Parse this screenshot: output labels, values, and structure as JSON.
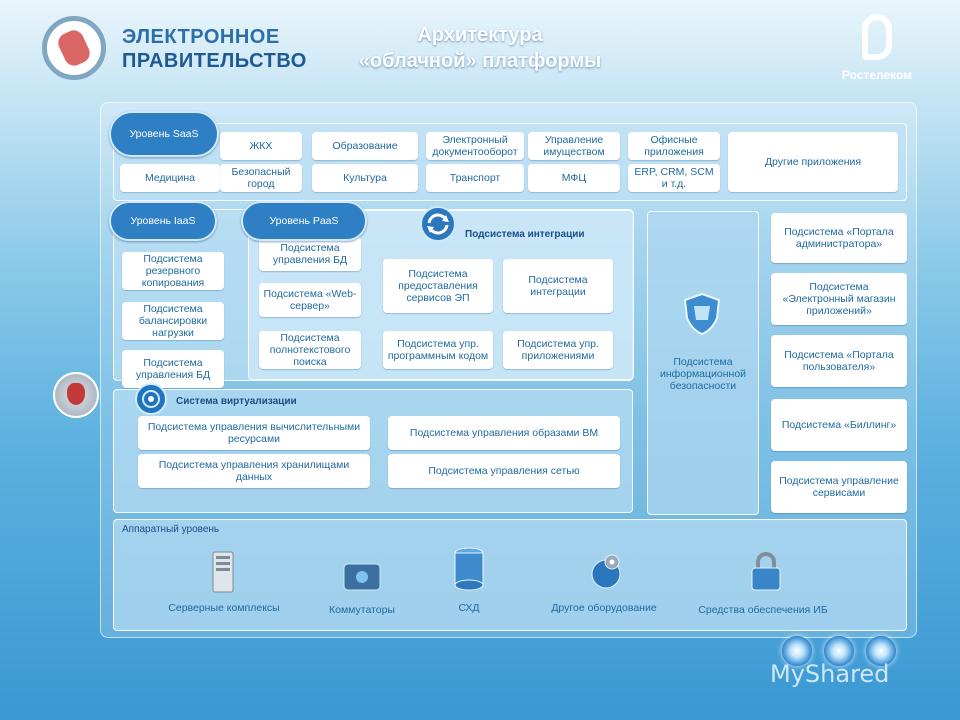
{
  "header": {
    "title_line1": "Архитектура",
    "title_line2": "«облачной» платформы",
    "logo_left_line1": "ЭЛЕКТРОННОЕ",
    "logo_left_line2": "ПРАВИТЕЛЬСТВО",
    "logo_right": "Ростелеком"
  },
  "saas": {
    "cloud": "Уровень SaaS",
    "row1": [
      "ЖКХ",
      "Образование",
      "Электронный документооборот",
      "Управление имуществом",
      "Офисные приложения"
    ],
    "row2": [
      "Медицина",
      "Безопасный город",
      "Культура",
      "Транспорт",
      "МФЦ",
      "ERP, CRM, SCM и т.д."
    ],
    "other": "Другие приложения"
  },
  "iaas": {
    "cloud": "Уровень IaaS",
    "items": [
      "Подсистема резервного копирования",
      "Подсистема балансировки нагрузки",
      "Подсистема управления БД"
    ]
  },
  "paas": {
    "cloud": "Уровень PaaS",
    "items": [
      "Подсистема управления БД",
      "Подсистема «Web-сервер»",
      "Подсистема полнотекстового поиска"
    ]
  },
  "integration": {
    "label": "Подсистема интеграции",
    "items": [
      "Подсистема предоставления сервисов ЭП",
      "Подсистема интеграции",
      "Подсистема упр. программным кодом",
      "Подсистема упр. приложениями"
    ]
  },
  "virtualization": {
    "label": "Система виртуализации",
    "items": [
      "Подсистема управления вычислительными ресурсами",
      "Подсистема управления образами ВМ",
      "Подсистема управления хранилищами данных",
      "Подсистема управления сетью"
    ]
  },
  "security": {
    "label": "Подсистема информационной безопасности"
  },
  "right_column": [
    "Подсистема «Портала администратора»",
    "Подсистема «Электронный магазин приложений»",
    "Подсистема «Портала пользователя»",
    "Подсистема «Биллинг»",
    "Подсистема управление сервисами"
  ],
  "hardware": {
    "label": "Аппаратный уровень",
    "items": [
      "Серверные комплексы",
      "Коммутаторы",
      "СХД",
      "Другое оборудование",
      "Средства обеспечения ИБ"
    ]
  },
  "watermark": "MyShared",
  "colors": {
    "accent": "#2f7fc4",
    "text": "#1f6aa0"
  }
}
